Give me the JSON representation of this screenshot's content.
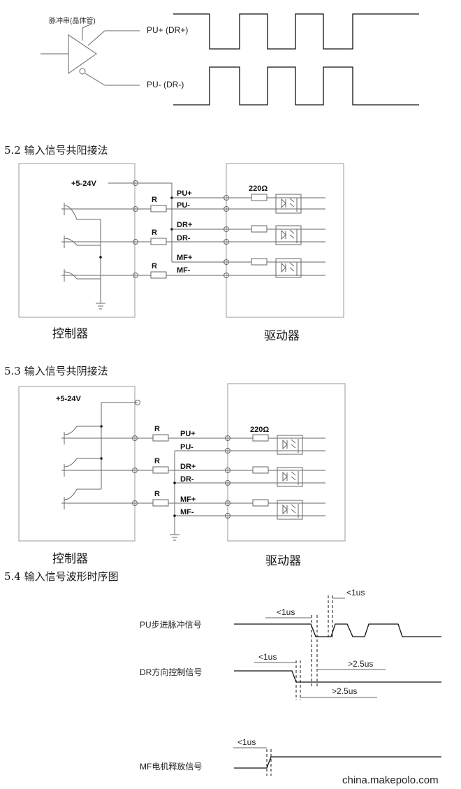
{
  "section1": {
    "component_label": "脉冲串(晶体管)",
    "pu_plus": "PU+ (DR+)",
    "pu_minus": "PU- (DR-)"
  },
  "section2": {
    "heading": "5.2 输入信号共阳接法",
    "voltage": "+5-24V",
    "resistor_value": "220Ω",
    "resistor": "R",
    "pu_plus": "PU+",
    "pu_minus": "PU-",
    "dr_plus": "DR+",
    "dr_minus": "DR-",
    "mf_plus": "MF+",
    "mf_minus": "MF-",
    "controller": "控制器",
    "driver": "驱动器"
  },
  "section3": {
    "heading": "5.3 输入信号共阴接法",
    "voltage": "+5-24V",
    "resistor_value": "220Ω",
    "resistor": "R",
    "pu_plus": "PU+",
    "pu_minus": "PU-",
    "dr_plus": "DR+",
    "dr_minus": "DR-",
    "mf_plus": "MF+",
    "mf_minus": "MF-",
    "controller": "控制器",
    "driver": "驱动器"
  },
  "section4": {
    "heading": "5.4 输入信号波形时序图",
    "pu_signal": "PU步进脉冲信号",
    "dr_signal": "DR方向控制信号",
    "mf_signal": "MF电机释放信号",
    "lt1us": "<1us",
    "gt25us": ">2.5us"
  },
  "watermark": "china.makepolo.com"
}
